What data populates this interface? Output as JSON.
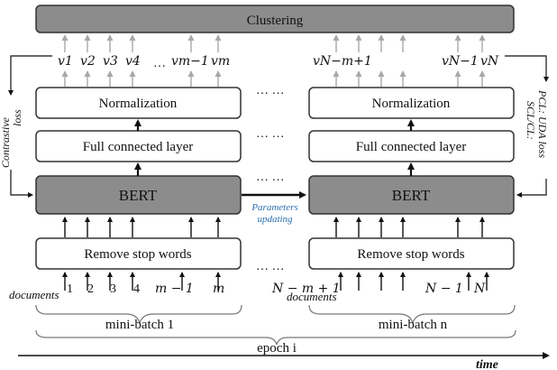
{
  "boxes": {
    "clustering": "Clustering",
    "normalization": "Normalization",
    "fc_layer": "Full connected layer",
    "bert": "BERT",
    "remove_stop_words": "Remove stop words"
  },
  "vectors_left": [
    "v1",
    "v2",
    "v3",
    "v4",
    "…",
    "vm−1",
    "vm"
  ],
  "vectors_right": [
    "vN−m+1",
    "vN−1",
    "vN"
  ],
  "doc_indices_left": [
    "1",
    "2",
    "3",
    "4",
    "m − 1",
    "m"
  ],
  "doc_indices_right": [
    "N − m + 1",
    "N − 1",
    "N"
  ],
  "labels": {
    "documents": "documents",
    "contrastive_loss_1": "Contrastive",
    "contrastive_loss_2": "loss",
    "pcl_loss": "PCL: UDA loss",
    "scl_loss": "SCL/CL:",
    "parameters_1": "Parameters",
    "parameters_2": "updating",
    "mini_batch_1": "mini-batch 1",
    "mini_batch_n": "mini-batch n",
    "epoch": "epoch i",
    "time": "time",
    "ellipsis": "… …"
  },
  "colors": {
    "bert_fill": "#8c8c8c",
    "clustering_fill": "#8c8c8c",
    "box_fill": "#ffffff",
    "gray_arrow": "#a8a8a8",
    "param_text": "#2a6fb0"
  }
}
